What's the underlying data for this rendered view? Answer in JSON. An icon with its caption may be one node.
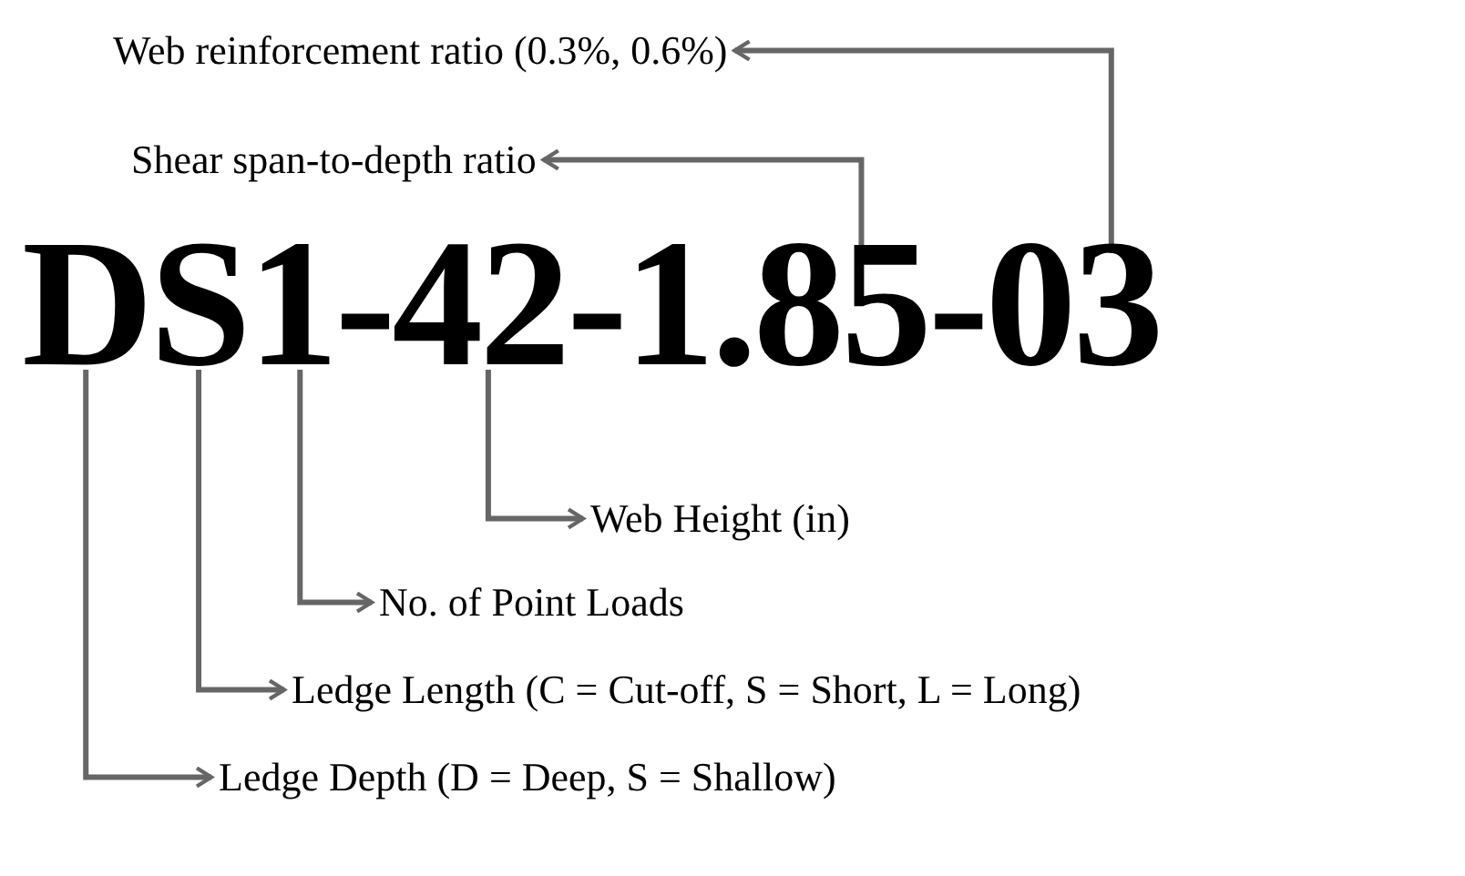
{
  "diagram": {
    "nodes": [
      {
        "text": [
          "Web reinforcement ratio (0.3%, 0.6%)"
        ]
      },
      {
        "text": [
          "Shear span-to-depth ratio"
        ]
      },
      {
        "text": [
          "D"
        ]
      },
      {
        "text": [
          "S"
        ]
      },
      {
        "text": [
          "1"
        ]
      },
      {
        "text": [
          "42"
        ]
      },
      {
        "text": [
          "1.85"
        ]
      },
      {
        "text": [
          "03"
        ]
      },
      {
        "text": [
          "Web Height (in)"
        ]
      },
      {
        "text": [
          "No. of Point Loads"
        ]
      },
      {
        "text": [
          "Ledge Length (C = Cut-off, S = Short, L = Long)"
        ]
      },
      {
        "text": [
          "Ledge Depth (D = Deep, S = Shallow)"
        ]
      }
    ],
    "edges": [
      {
        "from": 7,
        "to": 0,
        "arrow": "to",
        "color": "#666666"
      },
      {
        "from": 6,
        "to": 1,
        "arrow": "to",
        "color": "#666666"
      },
      {
        "from": 5,
        "to": 8,
        "arrow": "to",
        "color": "#666666"
      },
      {
        "from": 4,
        "to": 9,
        "arrow": "to",
        "color": "#666666"
      },
      {
        "from": 3,
        "to": 10,
        "arrow": "to",
        "color": "#666666"
      },
      {
        "from": 2,
        "to": 11,
        "arrow": "to",
        "color": "#666666"
      }
    ],
    "labels": [
      "-",
      "-",
      "-"
    ]
  }
}
